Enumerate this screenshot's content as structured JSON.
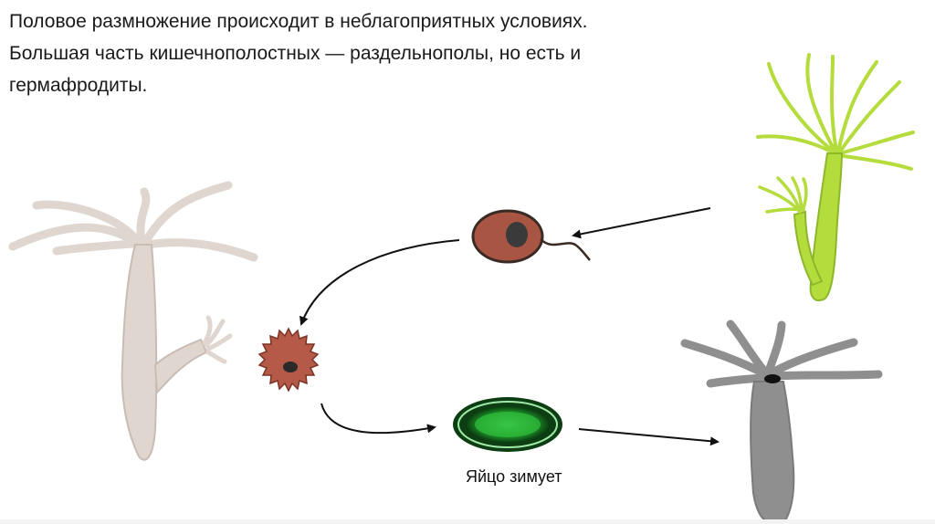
{
  "slide": {
    "paragraph_1": "Половое размножение происходит в неблагоприятных условиях.",
    "paragraph_2": "Большая часть кишечнополостных — раздельнополы, но есть и гермафродиты.",
    "egg_caption": "Яйцо зимует"
  },
  "colors": {
    "hydra_body": "#e0d6d0",
    "hydra_outline": "#c8bcb4",
    "green_hydra": "#b4dc3c",
    "gray_hydra": "#8f8f8f",
    "egg_cell": "#b55a48",
    "sperm_cell": "#a85543",
    "winter_egg": "#1e9a2c",
    "arrow": "#111111"
  }
}
